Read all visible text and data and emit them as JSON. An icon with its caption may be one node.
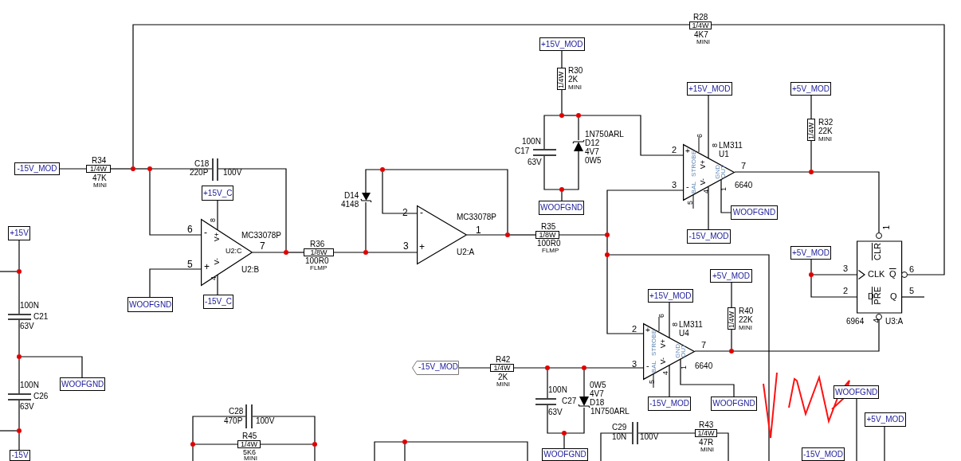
{
  "diagram": {
    "nodes": [
      {
        "text": [
          "1/4W"
        ],
        "beside": [
          "R28",
          "4K7",
          "MINI"
        ]
      },
      {
        "text": [
          "+15V_MOD"
        ]
      },
      {
        "text": [
          "+15V_MOD"
        ]
      },
      {
        "text": [
          "+5V_MOD"
        ]
      },
      {
        "text": [
          "1/4W"
        ],
        "beside": [
          "R30",
          "2K",
          "MINI"
        ]
      },
      {
        "text": [],
        "shape": "dot"
      },
      {
        "text": [],
        "shape": "dot"
      },
      {
        "text": [],
        "shape": "capacitor",
        "beside": [
          "100N",
          "C17",
          "63V"
        ]
      },
      {
        "text": [],
        "shape": "diode",
        "beside": [
          "1N750ARL",
          "D12",
          "4V7",
          "0W5"
        ]
      },
      {
        "text": [
          "1/4W"
        ],
        "beside": [
          "R32",
          "22K",
          "MINI"
        ]
      },
      {
        "text": [
          "-15V_MOD"
        ]
      },
      {
        "text": [
          "1/4W"
        ],
        "beside": [
          "R34",
          "47K",
          "MINI"
        ]
      },
      {
        "text": [],
        "shape": "dot"
      },
      {
        "text": [],
        "shape": "dot"
      },
      {
        "text": [],
        "shape": "capacitor",
        "beside": [
          "C18",
          "220P",
          "100V"
        ]
      },
      {
        "text": [],
        "shape": "dot"
      },
      {
        "text": [
          "+",
          "-",
          "STROBE",
          "BAL",
          "V+",
          "V-",
          "GND",
          "OUT",
          "LM311",
          "U1"
        ],
        "beside": [
          "6640"
        ]
      },
      {
        "text": [],
        "shape": "dot"
      },
      {
        "text": [],
        "shape": "diode",
        "beside": [
          "D14",
          "4148"
        ]
      },
      {
        "text": [
          "+15V_C"
        ]
      },
      {
        "text": [],
        "shape": "dot"
      },
      {
        "text": [
          "WOOFGND"
        ]
      },
      {
        "text": [
          "WOOFGND"
        ]
      },
      {
        "text": [
          "-",
          "+",
          "MC33078P",
          "U2:A"
        ]
      },
      {
        "text": [
          "-",
          "+",
          "V+",
          "V-",
          "U2:C",
          "MC33078P",
          "U2:B"
        ]
      },
      {
        "text": [],
        "shape": "dot"
      },
      {
        "text": [
          "1/8W"
        ],
        "beside": [
          "R35",
          "100R0",
          "FLMP"
        ]
      },
      {
        "text": [],
        "shape": "dot"
      },
      {
        "text": [
          "-15V_MOD"
        ]
      },
      {
        "text": [
          "+15V"
        ]
      },
      {
        "text": [
          "CLR",
          "CLK",
          "Q",
          "D",
          "PRE",
          "Q"
        ],
        "beside": [
          "6964",
          "U3:A"
        ]
      },
      {
        "text": [],
        "shape": "dot"
      },
      {
        "text": [],
        "shape": "dot"
      },
      {
        "text": [
          "1/8W"
        ],
        "beside": [
          "R36",
          "100R0",
          "FLMP"
        ]
      },
      {
        "text": [],
        "shape": "dot"
      },
      {
        "text": [
          "+5V_MOD"
        ]
      },
      {
        "text": [],
        "shape": "dot"
      },
      {
        "text": [],
        "shape": "dot"
      },
      {
        "text": [
          "+5V_MOD"
        ]
      },
      {
        "text": [
          "+15V_MOD"
        ]
      },
      {
        "text": [
          "-15V_C"
        ]
      },
      {
        "text": [
          "WOOFGND"
        ]
      },
      {
        "text": [
          "1/4W"
        ],
        "beside": [
          "R40",
          "22K",
          "MINI"
        ]
      },
      {
        "text": [],
        "shape": "capacitor",
        "beside": [
          "100N",
          "C21",
          "63V"
        ]
      },
      {
        "text": [
          "+",
          "-",
          "STROBE",
          "BAL",
          "V+",
          "V-",
          "GND",
          "OUT",
          "LM311",
          "U4"
        ],
        "beside": [
          "6640"
        ]
      },
      {
        "text": [],
        "shape": "dot"
      },
      {
        "text": [],
        "shape": "dot"
      },
      {
        "text": [
          "-15V_MOD"
        ]
      },
      {
        "text": [
          "1/4W"
        ],
        "beside": [
          "R42",
          "2K",
          "MINI"
        ]
      },
      {
        "text": [],
        "shape": "dot"
      },
      {
        "text": [],
        "shape": "dot"
      },
      {
        "text": [
          "WOOFGND"
        ]
      },
      {
        "text": [
          "WOOFGND"
        ]
      },
      {
        "text": [],
        "shape": "capacitor",
        "beside": [
          "100N",
          "C27",
          "63V"
        ]
      },
      {
        "text": [],
        "shape": "diode",
        "beside": [
          "0W5",
          "4V7",
          "D18",
          "1N750ARL"
        ]
      },
      {
        "text": [
          "-15V_MOD"
        ]
      },
      {
        "text": [
          "WOOFGND"
        ]
      },
      {
        "text": [],
        "shape": "capacitor",
        "beside": [
          "100N",
          "C26",
          "63V"
        ]
      },
      {
        "text": [],
        "shape": "capacitor",
        "beside": [
          "C28",
          "470P",
          "100V"
        ]
      },
      {
        "text": [
          "+5V_MOD"
        ]
      },
      {
        "text": [],
        "shape": "capacitor",
        "beside": [
          "C29",
          "10N",
          "100V"
        ]
      },
      {
        "text": [
          "1/4W"
        ],
        "beside": [
          "R43",
          "47R",
          "MINI"
        ]
      },
      {
        "text": [],
        "shape": "dot"
      },
      {
        "text": [],
        "shape": "dot"
      },
      {
        "text": [],
        "shape": "dot"
      },
      {
        "text": [
          "1/4W"
        ],
        "beside": [
          "R45",
          "5K6",
          "MINI"
        ]
      },
      {
        "text": [],
        "shape": "dot"
      },
      {
        "text": [
          "-15V_MOD"
        ]
      },
      {
        "text": [
          "WOOFGND"
        ]
      },
      {
        "text": [
          "-15V"
        ]
      },
      {
        "text": [],
        "shape": "dot"
      }
    ],
    "edges": [
      {
        "from": 10,
        "to": 11,
        "arrow": "none"
      },
      {
        "from": 11,
        "to": 12,
        "arrow": "none"
      },
      {
        "from": 12,
        "to": 0,
        "arrow": "none"
      },
      {
        "from": 0,
        "to": 30,
        "arrow": "none"
      },
      {
        "from": 12,
        "to": 13,
        "arrow": "none"
      },
      {
        "from": 13,
        "to": 24,
        "arrow": "none"
      },
      {
        "from": 13,
        "to": 14,
        "arrow": "none"
      },
      {
        "from": 14,
        "to": 31,
        "arrow": "none"
      },
      {
        "from": 19,
        "to": 24,
        "arrow": "none"
      },
      {
        "from": 40,
        "to": 24,
        "arrow": "none"
      },
      {
        "from": 41,
        "to": 24,
        "arrow": "none"
      },
      {
        "from": 24,
        "to": 31,
        "arrow": "none"
      },
      {
        "from": 31,
        "to": 33,
        "arrow": "none"
      },
      {
        "from": 33,
        "to": 32,
        "arrow": "none"
      },
      {
        "from": 32,
        "to": 18,
        "arrow": "none"
      },
      {
        "from": 18,
        "to": 15,
        "arrow": "none"
      },
      {
        "from": 32,
        "to": 23,
        "arrow": "none"
      },
      {
        "from": 15,
        "to": 23,
        "arrow": "none"
      },
      {
        "from": 15,
        "to": 25,
        "arrow": "none"
      },
      {
        "from": 23,
        "to": 25,
        "arrow": "none"
      },
      {
        "from": 25,
        "to": 26,
        "arrow": "none"
      },
      {
        "from": 26,
        "to": 27,
        "arrow": "none"
      },
      {
        "from": 27,
        "to": 16,
        "arrow": "none"
      },
      {
        "from": 27,
        "to": 34,
        "arrow": "none"
      },
      {
        "from": 34,
        "to": null,
        "arrow": "none"
      },
      {
        "from": 34,
        "to": 44,
        "arrow": "none"
      },
      {
        "from": 1,
        "to": 4,
        "arrow": "none"
      },
      {
        "from": 4,
        "to": 5,
        "arrow": "none"
      },
      {
        "from": 5,
        "to": 6,
        "arrow": "none"
      },
      {
        "from": 5,
        "to": 7,
        "arrow": "none"
      },
      {
        "from": 7,
        "to": 20,
        "arrow": "none"
      },
      {
        "from": 6,
        "to": 8,
        "arrow": "none"
      },
      {
        "from": 8,
        "to": 20,
        "arrow": "none"
      },
      {
        "from": 20,
        "to": 21,
        "arrow": "none"
      },
      {
        "from": 6,
        "to": 16,
        "arrow": "none"
      },
      {
        "from": 2,
        "to": 16,
        "arrow": "none"
      },
      {
        "from": 28,
        "to": 16,
        "arrow": "none"
      },
      {
        "from": 16,
        "to": 22,
        "arrow": "none"
      },
      {
        "from": 16,
        "to": 17,
        "arrow": "none"
      },
      {
        "from": 17,
        "to": 9,
        "arrow": "none"
      },
      {
        "from": 9,
        "to": 3,
        "arrow": "none"
      },
      {
        "from": 17,
        "to": 30,
        "arrow": "none"
      },
      {
        "from": 35,
        "to": 36,
        "arrow": "none"
      },
      {
        "from": 36,
        "to": 30,
        "arrow": "none"
      },
      {
        "from": 36,
        "to": 30,
        "arrow": "none"
      },
      {
        "from": 30,
        "to": null,
        "arrow": "none"
      },
      {
        "from": 44,
        "to": 45,
        "arrow": "none"
      },
      {
        "from": 45,
        "to": 42,
        "arrow": "none"
      },
      {
        "from": 42,
        "to": 38,
        "arrow": "none"
      },
      {
        "from": 45,
        "to": 30,
        "arrow": "none"
      },
      {
        "from": 39,
        "to": 44,
        "arrow": "none"
      },
      {
        "from": 55,
        "to": 44,
        "arrow": "none"
      },
      {
        "from": 44,
        "to": 56,
        "arrow": "none"
      },
      {
        "from": 47,
        "to": 48,
        "arrow": "none"
      },
      {
        "from": 48,
        "to": 49,
        "arrow": "none"
      },
      {
        "from": 49,
        "to": 50,
        "arrow": "none"
      },
      {
        "from": 50,
        "to": 44,
        "arrow": "none"
      },
      {
        "from": 49,
        "to": 53,
        "arrow": "none"
      },
      {
        "from": 53,
        "to": 70,
        "arrow": "none"
      },
      {
        "from": 50,
        "to": 54,
        "arrow": "none"
      },
      {
        "from": 54,
        "to": 70,
        "arrow": "none"
      },
      {
        "from": 70,
        "to": 68,
        "arrow": "none"
      },
      {
        "from": 29,
        "to": 37,
        "arrow": "none"
      },
      {
        "from": 37,
        "to": null,
        "arrow": "none"
      },
      {
        "from": 37,
        "to": 43,
        "arrow": "none"
      },
      {
        "from": 43,
        "to": 46,
        "arrow": "none"
      },
      {
        "from": 46,
        "to": 51,
        "arrow": "none"
      },
      {
        "from": 46,
        "to": 57,
        "arrow": "none"
      },
      {
        "from": 57,
        "to": 62,
        "arrow": "none"
      },
      {
        "from": 62,
        "to": null,
        "arrow": "none"
      },
      {
        "from": 62,
        "to": 69,
        "arrow": "none"
      },
      {
        "from": 63,
        "to": 58,
        "arrow": "none"
      },
      {
        "from": 58,
        "to": 64,
        "arrow": "none"
      },
      {
        "from": 63,
        "to": 65,
        "arrow": "none"
      },
      {
        "from": 65,
        "to": 64,
        "arrow": "none"
      },
      {
        "from": 63,
        "to": null,
        "arrow": "none"
      },
      {
        "from": 64,
        "to": null,
        "arrow": "none"
      },
      {
        "from": 66,
        "to": null,
        "arrow": "none"
      },
      {
        "from": 66,
        "to": null,
        "arrow": "none"
      },
      {
        "from": 66,
        "to": null,
        "arrow": "none"
      },
      {
        "from": null,
        "to": 60,
        "arrow": "none"
      },
      {
        "from": 60,
        "to": 61,
        "arrow": "none"
      },
      {
        "from": 61,
        "to": null,
        "arrow": "none"
      },
      {
        "from": 52,
        "to": null,
        "arrow": "none"
      },
      {
        "from": 59,
        "to": null,
        "arrow": "none"
      }
    ],
    "labels": [
      "6",
      "8",
      "2",
      "7",
      "3",
      "4",
      "1",
      "5",
      "2",
      "1",
      "3",
      "8",
      "6",
      "7",
      "5",
      "4",
      "1",
      "3",
      "6",
      "2",
      "5",
      "4",
      "6",
      "8",
      "2",
      "7",
      "3",
      "4",
      "1",
      "5"
    ]
  }
}
